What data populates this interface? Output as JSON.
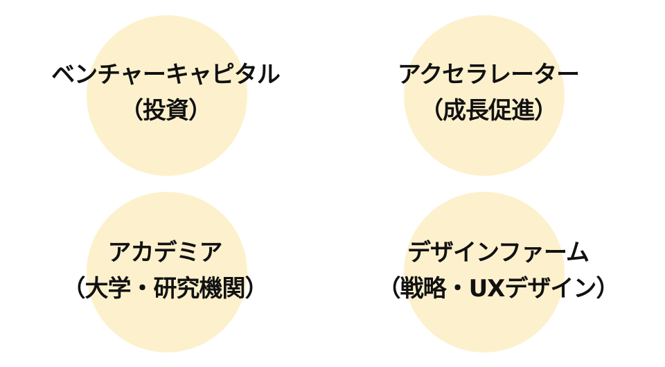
{
  "items": [
    {
      "title": "ベンチャーキャピタル",
      "subtitle": "（投資）"
    },
    {
      "title": "アクセラレーター",
      "subtitle": "（成長促進）"
    },
    {
      "title": "アカデミア",
      "subtitle": "（大学・研究機関）"
    },
    {
      "title": "デザインファーム",
      "subtitle": "（戦略・UXデザイン）"
    }
  ],
  "colors": {
    "circle_fill": "#fdf1cd",
    "text": "#111111",
    "background": "#ffffff"
  }
}
